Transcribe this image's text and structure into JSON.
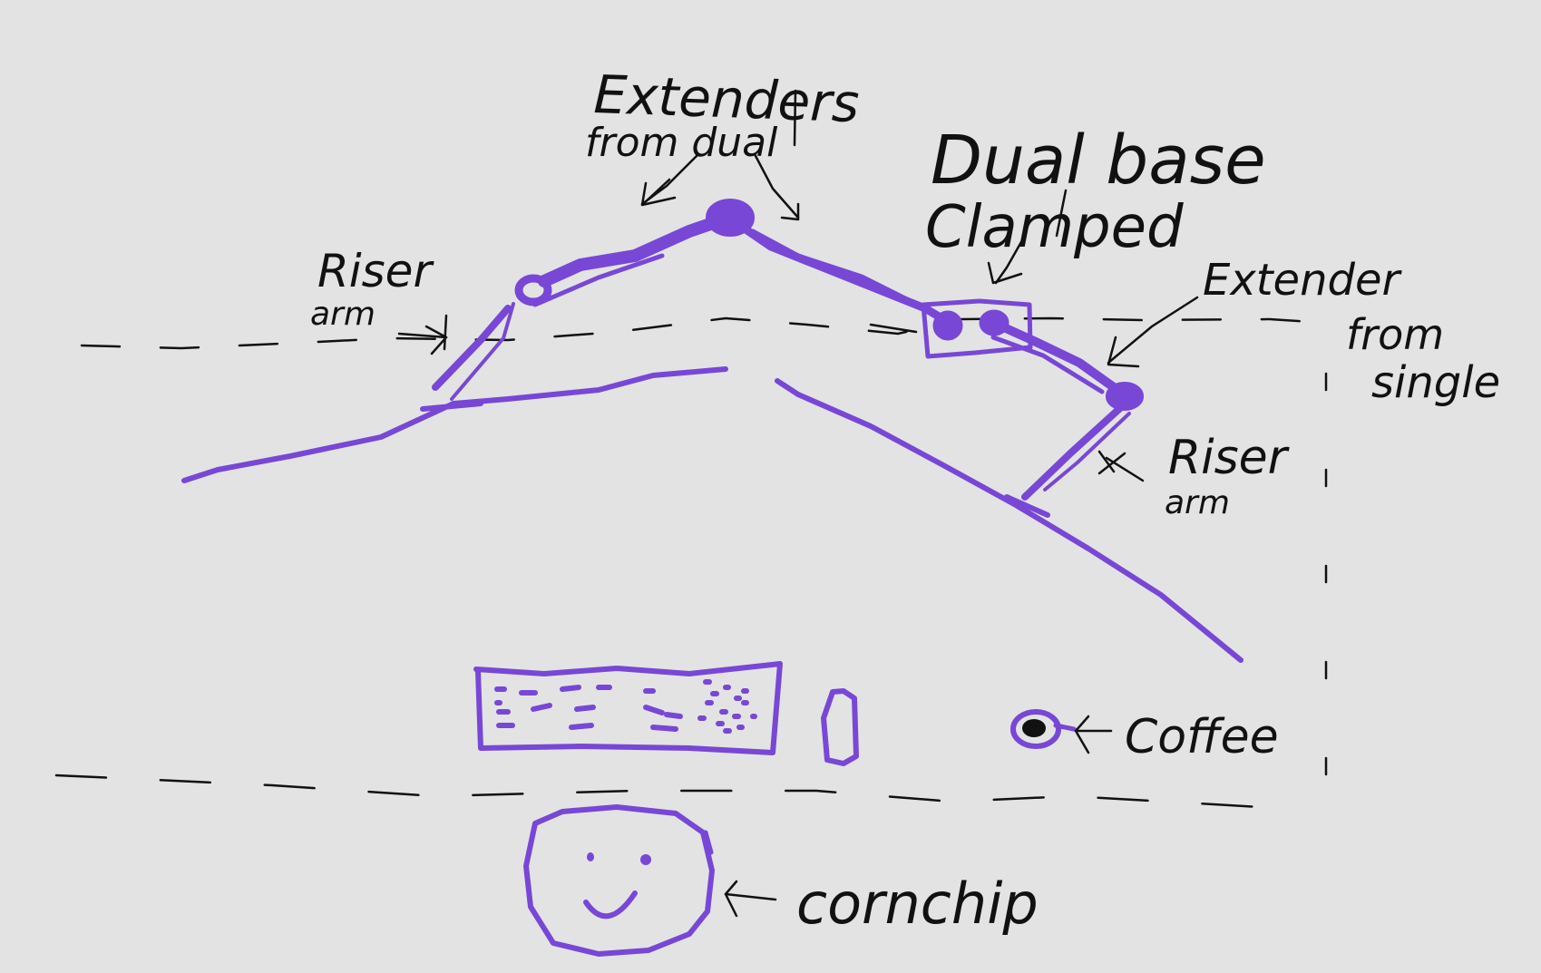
{
  "labels": {
    "extenders_from_dual_line1": "Extenders",
    "extenders_from_dual_line2": "from dual",
    "dual_base_line1": "Dual base",
    "dual_base_line2": "Clamped",
    "riser_arm_left_line1": "Riser",
    "riser_arm_left_line2": "arm",
    "extender_single_line1": "Extender",
    "extender_single_line2": "from",
    "extender_single_line3": "single",
    "riser_arm_right_line1": "Riser",
    "riser_arm_right_line2": "arm",
    "coffee": "Coffee",
    "cornchip": "cornchip"
  },
  "colors": {
    "background": "#e3e3e3",
    "ink": "#111111",
    "accent": "#7847d6"
  }
}
